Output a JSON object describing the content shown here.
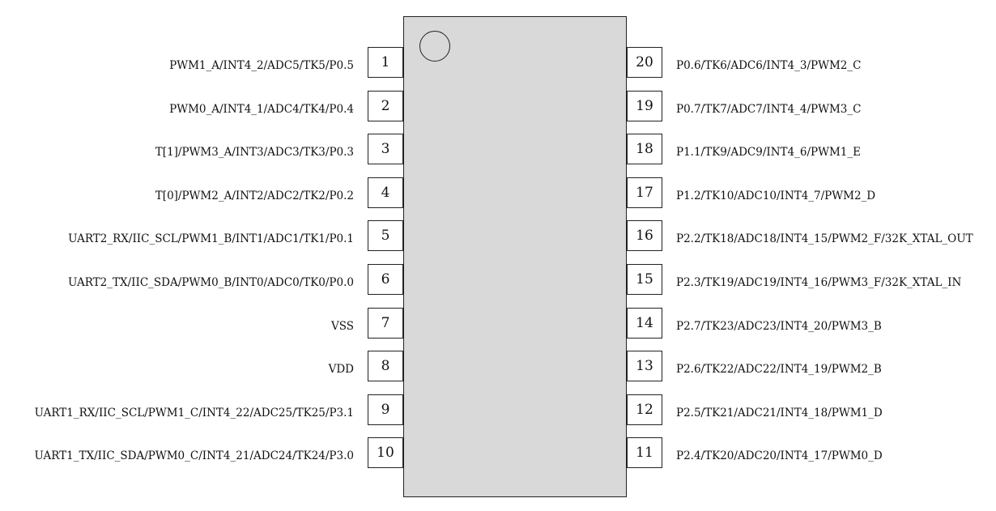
{
  "left_pins": [
    {
      "number": "1",
      "label": "PWM1_A/INT4_2/ADC5/TK5/P0.5"
    },
    {
      "number": "2",
      "label": "PWM0_A/INT4_1/ADC4/TK4/P0.4"
    },
    {
      "number": "3",
      "label": "T[1]/PWM3_A/INT3/ADC3/TK3/P0.3"
    },
    {
      "number": "4",
      "label": "T[0]/PWM2_A/INT2/ADC2/TK2/P0.2"
    },
    {
      "number": "5",
      "label": "UART2_RX/IIC_SCL/PWM1_B/INT1/ADC1/TK1/P0.1"
    },
    {
      "number": "6",
      "label": "UART2_TX/IIC_SDA/PWM0_B/INT0/ADC0/TK0/P0.0"
    },
    {
      "number": "7",
      "label": "VSS"
    },
    {
      "number": "8",
      "label": "VDD"
    },
    {
      "number": "9",
      "label": "UART1_RX/IIC_SCL/PWM1_C/INT4_22/ADC25/TK25/P3.1"
    },
    {
      "number": "10",
      "label": "UART1_TX/IIC_SDA/PWM0_C/INT4_21/ADC24/TK24/P3.0"
    }
  ],
  "right_pins": [
    {
      "number": "20",
      "label": "P0.6/TK6/ADC6/INT4_3/PWM2_C"
    },
    {
      "number": "19",
      "label": "P0.7/TK7/ADC7/INT4_4/PWM3_C"
    },
    {
      "number": "18",
      "label": "P1.1/TK9/ADC9/INT4_6/PWM1_E"
    },
    {
      "number": "17",
      "label": "P1.2/TK10/ADC10/INT4_7/PWM2_D"
    },
    {
      "number": "16",
      "label": "P2.2/TK18/ADC18/INT4_15/PWM2_F/32K_XTAL_OUT"
    },
    {
      "number": "15",
      "label": "P2.3/TK19/ADC19/INT4_16/PWM3_F/32K_XTAL_IN"
    },
    {
      "number": "14",
      "label": "P2.7/TK23/ADC23/INT4_20/PWM3_B"
    },
    {
      "number": "13",
      "label": "P2.6/TK22/ADC22/INT4_19/PWM2_B"
    },
    {
      "number": "12",
      "label": "P2.5/TK21/ADC21/INT4_18/PWM1_D"
    },
    {
      "number": "11",
      "label": "P2.4/TK20/ADC20/INT4_17/PWM0_D"
    }
  ]
}
